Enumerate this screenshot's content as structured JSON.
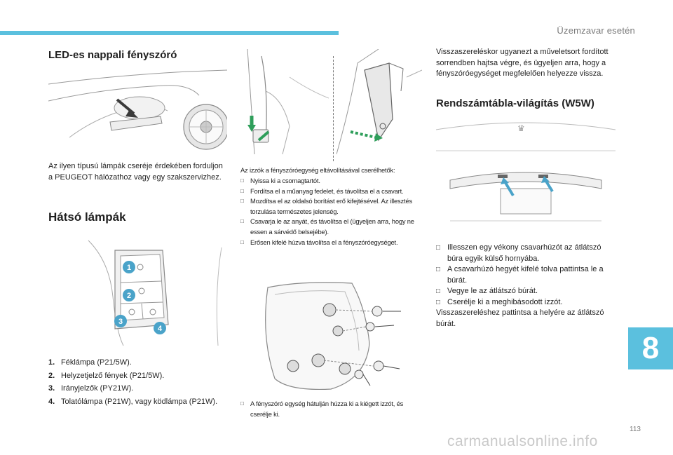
{
  "header": {
    "section_title": "Üzemzavar esetén",
    "accent_color": "#5bc0de"
  },
  "led_section": {
    "title": "LED-es nappali fényszóró",
    "text": "Az ilyen típusú lámpák cseréje érdekében forduljon a PEUGEOT hálózathoz vagy egy szakszervizhez."
  },
  "rear_section": {
    "title": "Hátsó lámpák",
    "bulbs": [
      {
        "num": "1.",
        "text": "Féklámpa (P21/5W)."
      },
      {
        "num": "2.",
        "text": "Helyzetjelző fények (P21/5W)."
      },
      {
        "num": "3.",
        "text": "Irányjelzők (PY21W)."
      },
      {
        "num": "4.",
        "text": "Tolatólámpa (P21W), vagy ködlámpa (P21W)."
      }
    ],
    "figure_markers": [
      "1",
      "2",
      "3",
      "4"
    ]
  },
  "middle_column": {
    "intro": "Az izzók a fényszóróegység eltávolításával cserélhetők:",
    "steps": [
      "Nyissa ki a csomagtartót.",
      "Fordítsa el a műanyag fedelet, és távolítsa el a csavart.",
      "Mozdítsa el az oldalsó borítást erő kifejtésével. Az illesztés torzulása természetes jelenség.",
      "Csavarja le az anyát, és távolítsa el (ügyeljen arra, hogy ne essen a sárvédő belsejébe).",
      "Erősen kifelé húzva távolítsa el a fényszóróegységet."
    ],
    "bottom_steps": [
      "A fényszóró egység hátulján húzza ki a kiégett izzót, és cserélje ki."
    ]
  },
  "right_column": {
    "intro": "Visszaszereléskor ugyanezt a műveletsort fordított sorrendben hajtsa végre, és ügyeljen arra, hogy a fényszóróegységet megfelelően helyezze vissza.",
    "plate_title": "Rendszámtábla-világítás (W5W)",
    "steps": [
      "Illesszen egy vékony csavarhúzót az átlátszó búra egyik külső hornyába.",
      "A csavarhúzó hegyét kifelé tolva pattintsa le a búrát.",
      "Vegye le az átlátszó búrát.",
      "Cserélje ki a meghibásodott izzót."
    ],
    "outro": "Visszaszereléshez pattintsa a helyére az átlátszó búrát."
  },
  "footer": {
    "chapter": "8",
    "page_number": "113",
    "watermark": "carmanualsonline.info"
  }
}
